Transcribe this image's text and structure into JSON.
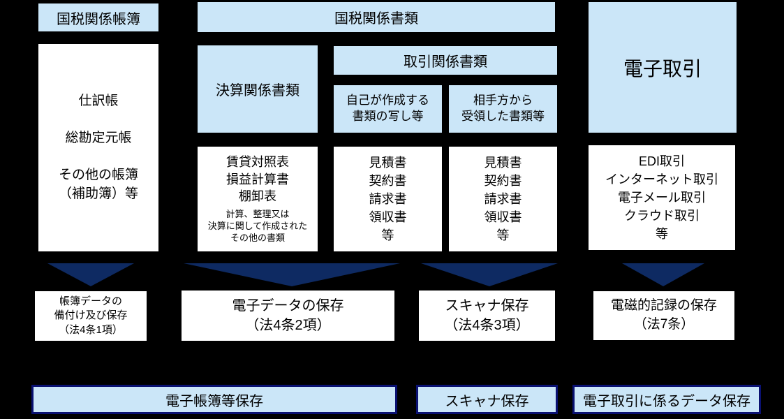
{
  "colors": {
    "background": "#000000",
    "light_blue": "#cbe6f8",
    "white": "#ffffff",
    "arrow_navy": "#0e2a62",
    "bar_border_navy": "#0a1172",
    "text": "#000000"
  },
  "diagram": {
    "ledgers": {
      "header": "国税関係帳簿",
      "examples": "仕訳帳\n\n総勘定元帳\n\nその他の帳簿\n（補助簿）等"
    },
    "documents": {
      "header": "国税関係書類",
      "settlement": {
        "label": "決算関係書類",
        "examples_main": "賃貸対照表\n損益計算書\n棚卸表",
        "examples_note": "計算、整理又は\n決算に関して作成された\nその他の書類"
      },
      "transaction": {
        "header": "取引関係書類",
        "self_made": {
          "label": "自己が作成する\n書類の写し等",
          "examples": "見積書\n契約書\n請求書\n領収書\n等"
        },
        "received": {
          "label": "相手方から\n受領した書類等",
          "examples": "見積書\n契約書\n請求書\n領収書\n等"
        }
      }
    },
    "electronic": {
      "header": "電子取引",
      "examples": "EDI取引\nインターネット取引\n電子メール取引\nクラウド取引\n等"
    },
    "storage_methods": [
      {
        "label": "帳簿データの\n備付け及び保存\n（法4条1項）"
      },
      {
        "label": "電子データの保存\n（法4条2項）"
      },
      {
        "label": "スキャナ保存\n（法4条3項）"
      },
      {
        "label": "電磁的記録の保存\n（法7条）"
      }
    ],
    "categories": [
      {
        "label": "電子帳簿等保存"
      },
      {
        "label": "スキャナ保存"
      },
      {
        "label": "電子取引に係るデータ保存"
      }
    ]
  }
}
